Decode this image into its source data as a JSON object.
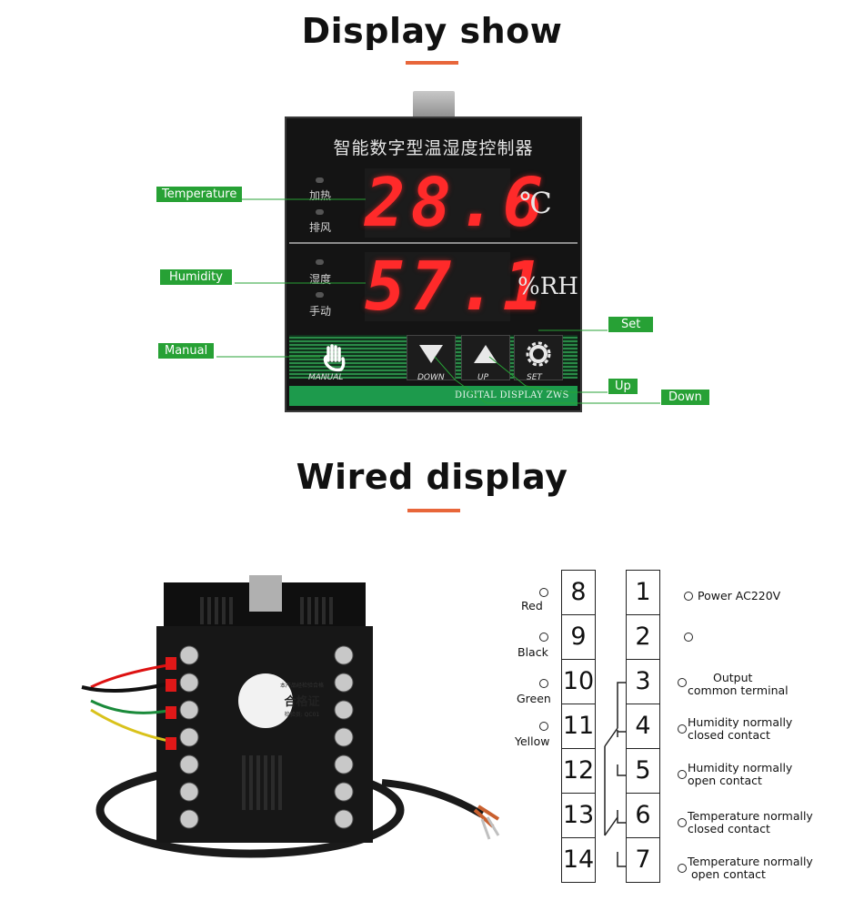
{
  "titles": {
    "display": "Display show",
    "wired": "Wired display"
  },
  "controller": {
    "name": "智能数字型温湿度控制器",
    "leds": [
      "加热",
      "排风",
      "湿度",
      "手动"
    ],
    "temperature_reading": "28.6",
    "temperature_unit": "℃",
    "humidity_reading": "57.1",
    "humidity_unit": "%RH",
    "buttons": [
      "MANUAL",
      "DOWN",
      "UP",
      "SET"
    ],
    "brand": "DIGITAL DISPLAY ZWS"
  },
  "callouts": {
    "temperature": "Temperature",
    "humidity": "Humidity",
    "manual": "Manual",
    "set": "Set",
    "up": "Up",
    "down": "Down"
  },
  "photo": {
    "certificate": "合格证",
    "certificate_top": "本产品经检验合格",
    "inspector": "检验员: QC01"
  },
  "wiring": {
    "left_terminals": [
      "8",
      "9",
      "10",
      "11",
      "12",
      "13",
      "14"
    ],
    "right_terminals": [
      "1",
      "2",
      "3",
      "4",
      "5",
      "6",
      "7"
    ],
    "left_labels": [
      "Red",
      "Black",
      "Green",
      "Yellow"
    ],
    "right_labels": {
      "t1": "Power AC220V",
      "t3a": "Output",
      "t3b": "common terminal",
      "t4a": "Humidity normally",
      "t4b": "closed contact",
      "t5a": "Humidity normally",
      "t5b": "open contact",
      "t6a": "Temperature normally",
      "t6b": "closed contact",
      "t7a": "Temperature normally",
      "t7b": "open contact"
    }
  }
}
